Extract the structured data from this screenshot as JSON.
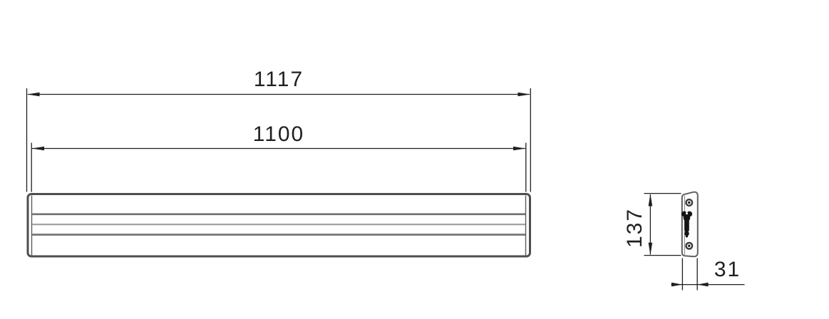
{
  "drawing": {
    "front_view": {
      "dim_overall_length": "1117",
      "dim_inner_length": "1100"
    },
    "side_view": {
      "dim_height": "137",
      "dim_depth": "31"
    },
    "colors": {
      "dimension_line": "#1f1f1f",
      "profile_outline": "#4e4e4e",
      "profile_rail_dark": "#6f6f6f",
      "profile_rail_light": "#9e9e9e",
      "endcap_outline": "#5f5f5f",
      "endcap_fill": "#fdfdfd",
      "bracket_fill": "#151515",
      "background": "#ffffff"
    }
  }
}
